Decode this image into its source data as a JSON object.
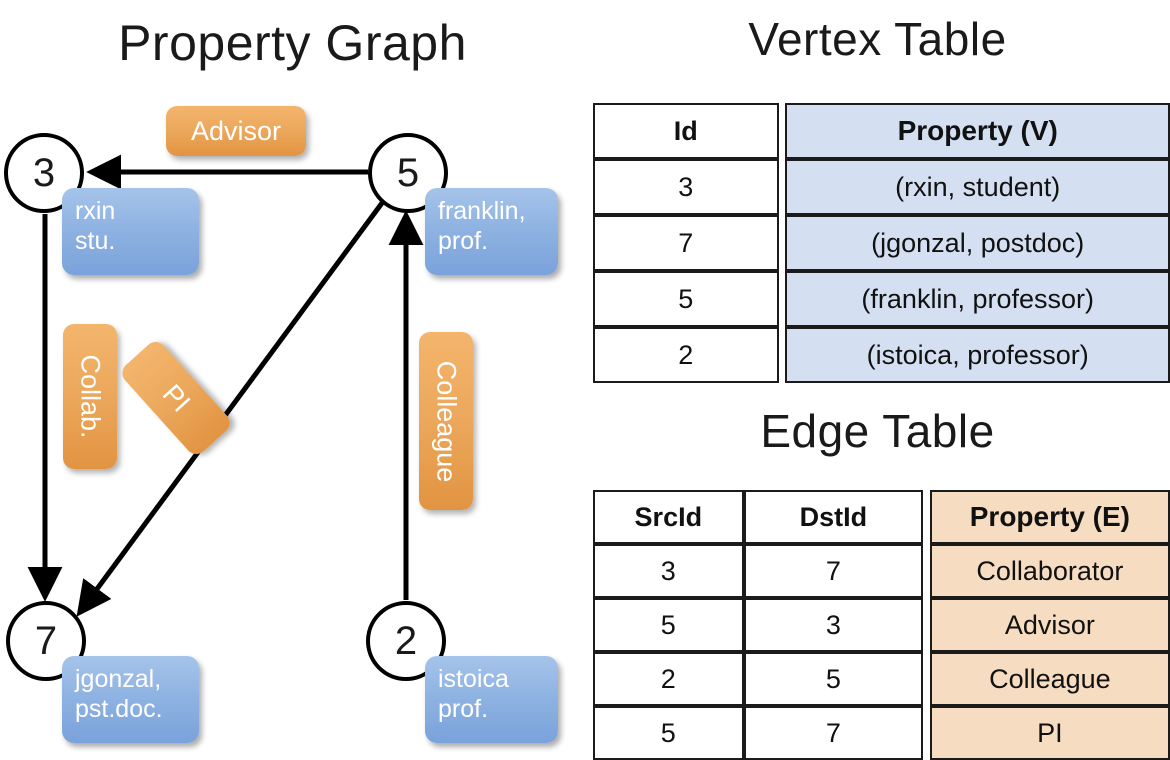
{
  "titles": {
    "property_graph": "Property Graph",
    "vertex_table": "Vertex Table",
    "edge_table": "Edge Table"
  },
  "colors": {
    "vertex_property_fill": "#d4e0f2",
    "edge_property_fill": "#f6dcc1",
    "node_box_blue": "#8fb3e2",
    "edge_label_orange": "#eca95e",
    "stroke": "#000000",
    "background": "#ffffff"
  },
  "graph": {
    "nodes": [
      {
        "id": "3",
        "property": "rxin\nstu.",
        "property_lines": [
          "rxin",
          "stu."
        ]
      },
      {
        "id": "5",
        "property": "franklin,\nprof.",
        "property_lines": [
          "franklin,",
          "prof."
        ]
      },
      {
        "id": "7",
        "property": "jgonzal,\npst.doc.",
        "property_lines": [
          "jgonzal,",
          "pst.doc."
        ]
      },
      {
        "id": "2",
        "property": "istoica\nprof.",
        "property_lines": [
          "istoica",
          "prof."
        ]
      }
    ],
    "edge_labels": [
      {
        "text": "Advisor",
        "orientation": "horizontal",
        "from": "5",
        "to": "3"
      },
      {
        "text": "Collab.",
        "orientation": "vertical",
        "from": "3",
        "to": "7"
      },
      {
        "text": "PI",
        "orientation": "diagonal",
        "from": "5",
        "to": "7"
      },
      {
        "text": "Colleague",
        "orientation": "vertical",
        "from": "2",
        "to": "5"
      }
    ]
  },
  "vertex_table": {
    "headers": [
      "Id",
      "Property (V)"
    ],
    "rows": [
      {
        "id": "3",
        "property": "(rxin, student)"
      },
      {
        "id": "7",
        "property": "(jgonzal, postdoc)"
      },
      {
        "id": "5",
        "property": "(franklin, professor)"
      },
      {
        "id": "2",
        "property": "(istoica, professor)"
      }
    ]
  },
  "edge_table": {
    "headers": [
      "SrcId",
      "DstId",
      "Property (E)"
    ],
    "rows": [
      {
        "src": "3",
        "dst": "7",
        "property": "Collaborator"
      },
      {
        "src": "5",
        "dst": "3",
        "property": "Advisor"
      },
      {
        "src": "2",
        "dst": "5",
        "property": "Colleague"
      },
      {
        "src": "5",
        "dst": "7",
        "property": "PI"
      }
    ]
  }
}
